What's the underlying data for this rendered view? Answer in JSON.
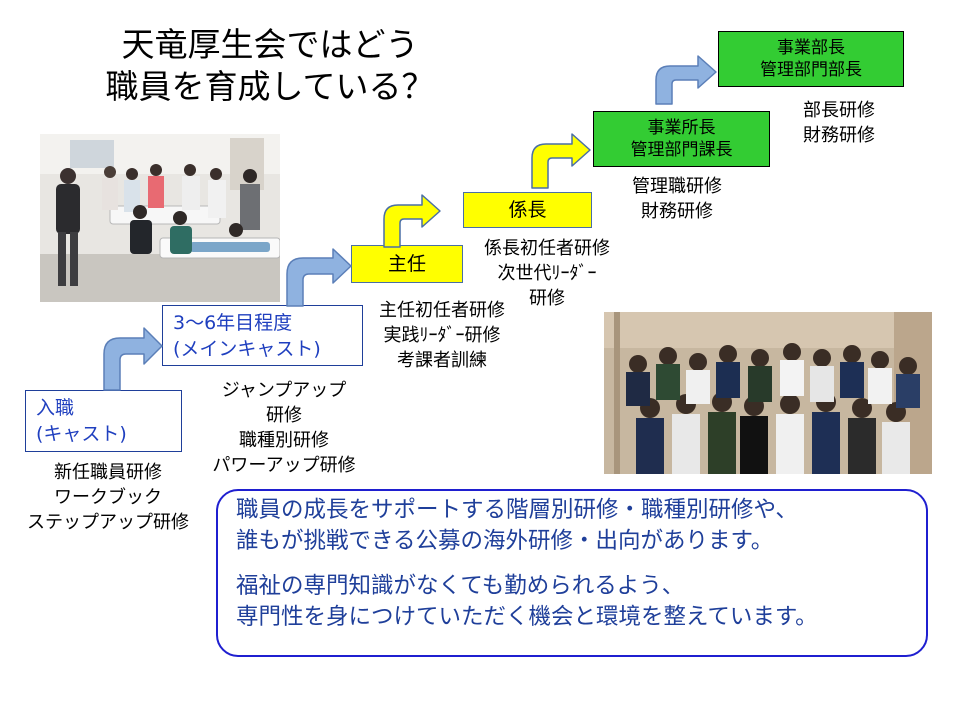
{
  "title": {
    "line1": "天竜厚生会ではどう",
    "line2": "職員を育成している？"
  },
  "steps": {
    "entry": {
      "line1": "入職",
      "line2": "(キャスト)"
    },
    "main_cast": {
      "line1": "3～6年目程度",
      "line2": "(メインキャスト)"
    },
    "shunin": {
      "label": "主任"
    },
    "kakaricho": {
      "label": "係長"
    },
    "jigyoshocho": {
      "line1": "事業所長",
      "line2": "管理部門課長"
    },
    "jigyobucho": {
      "line1": "事業部長",
      "line2": "管理部門部長"
    }
  },
  "trainings": {
    "entry": [
      "新任職員研修",
      "ワークブック",
      "ステップアップ研修"
    ],
    "main_cast": [
      "ジャンプアップ",
      "研修",
      "職種別研修",
      "パワーアップ研修"
    ],
    "shunin": [
      "主任初任者研修",
      "実践ﾘｰﾀﾞｰ研修",
      "考課者訓練"
    ],
    "kakaricho": [
      "係長初任者研修",
      "次世代ﾘｰﾀﾞｰ",
      "研修"
    ],
    "jigyoshocho": [
      "管理職研修",
      "財務研修"
    ],
    "jigyobucho": [
      "部長研修",
      "財務研修"
    ]
  },
  "message": {
    "para1": [
      "職員の成長をサポートする階層別研修・職種別研修や、",
      "誰もが挑戦できる公募の海外研修・出向があります。"
    ],
    "para2": [
      "福祉の専門知識がなくても勤められるよう、",
      "専門性を身につけていただく機会と環境を整えています。"
    ]
  },
  "colors": {
    "step_blue_border": "#1f3f9a",
    "step_yellow": "#ffff00",
    "step_green": "#33cc33",
    "arrow_blue": "#8fb2e0",
    "arrow_yellow": "#ffff00",
    "message_text": "#1f3f9a",
    "message_border": "#1f1fd0"
  },
  "icons": {
    "step_arrows": "curved-up-right-arrow",
    "photo_training": "training-photo",
    "photo_group": "group-photo"
  }
}
